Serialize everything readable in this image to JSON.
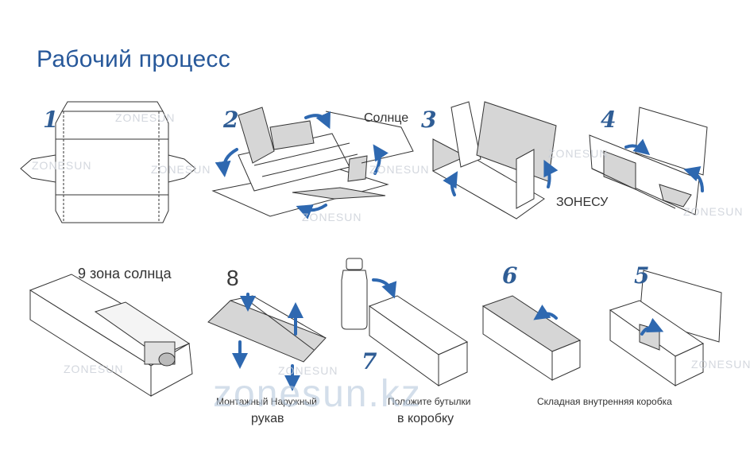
{
  "title": "Рабочий процесс",
  "watermark": "zonesun.kz",
  "watermark_small": "ZONESUN",
  "colors": {
    "title": "#27589a",
    "arrow": "#2e68b0",
    "panel_fill": "#d6d6d6",
    "line": "#333333"
  },
  "steps": [
    {
      "number": "1"
    },
    {
      "number": "2",
      "label": "Солнце"
    },
    {
      "number": "3"
    },
    {
      "number": "4",
      "label": "ЗОНЕСУ"
    },
    {
      "number": "5"
    },
    {
      "number": "6"
    },
    {
      "number": "7"
    },
    {
      "number": "8"
    }
  ],
  "step9_label": "9 зона солнца",
  "captions": {
    "sleeve_line1": "Монтажный Наружный",
    "sleeve_line2": "рукав",
    "bottles_line1": "Положите бутылки",
    "bottles_line2": "в коробку",
    "inner_box": "Складная внутренняя коробка"
  }
}
